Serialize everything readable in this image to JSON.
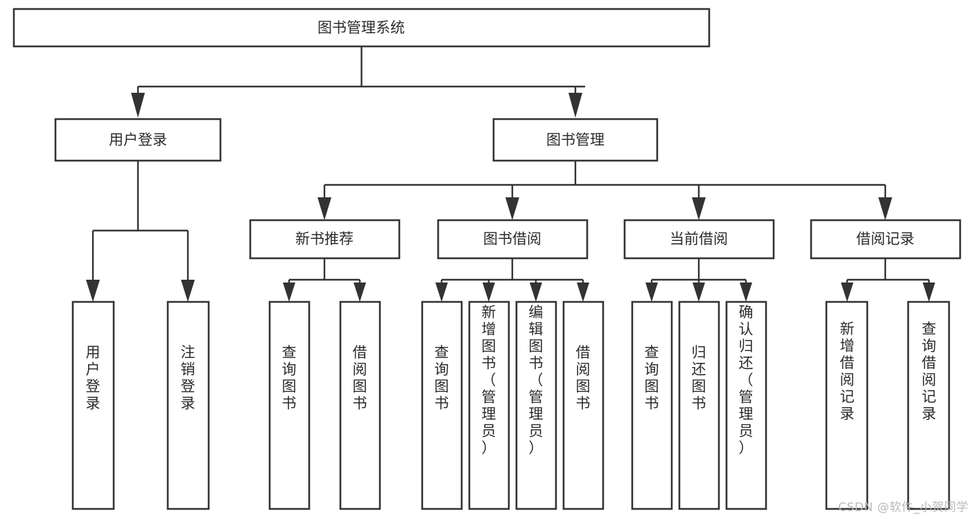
{
  "diagram": {
    "title": "图书管理系统",
    "type": "hierarchy-tree",
    "root": {
      "id": "root",
      "label": "图书管理系统",
      "orientation": "horizontal"
    },
    "level2": [
      {
        "id": "user-login",
        "label": "用户登录",
        "orientation": "horizontal"
      },
      {
        "id": "book-management",
        "label": "图书管理",
        "orientation": "horizontal"
      }
    ],
    "level3": [
      {
        "id": "new-book-recommend",
        "label": "新书推荐",
        "orientation": "horizontal",
        "parent": "book-management"
      },
      {
        "id": "book-borrow",
        "label": "图书借阅",
        "orientation": "horizontal",
        "parent": "book-management"
      },
      {
        "id": "current-borrow",
        "label": "当前借阅",
        "orientation": "horizontal",
        "parent": "book-management"
      },
      {
        "id": "borrow-record",
        "label": "借阅记录",
        "orientation": "horizontal",
        "parent": "book-management"
      }
    ],
    "leaves": [
      {
        "id": "leaf-user-login",
        "label": "用户登录",
        "orientation": "vertical",
        "parent": "user-login"
      },
      {
        "id": "leaf-logout",
        "label": "注销登录",
        "orientation": "vertical",
        "parent": "user-login"
      },
      {
        "id": "leaf-query-book-1",
        "label": "查询图书",
        "orientation": "vertical",
        "parent": "new-book-recommend"
      },
      {
        "id": "leaf-borrow-book-1",
        "label": "借阅图书",
        "orientation": "vertical",
        "parent": "new-book-recommend"
      },
      {
        "id": "leaf-query-book-2",
        "label": "查询图书",
        "orientation": "vertical",
        "parent": "book-borrow"
      },
      {
        "id": "leaf-add-book",
        "label": "新增图书（管理员）",
        "orientation": "vertical",
        "parent": "book-borrow"
      },
      {
        "id": "leaf-edit-book",
        "label": "编辑图书（管理员）",
        "orientation": "vertical",
        "parent": "book-borrow"
      },
      {
        "id": "leaf-borrow-book-2",
        "label": "借阅图书",
        "orientation": "vertical",
        "parent": "book-borrow"
      },
      {
        "id": "leaf-query-book-3",
        "label": "查询图书",
        "orientation": "vertical",
        "parent": "current-borrow"
      },
      {
        "id": "leaf-return-book",
        "label": "归还图书",
        "orientation": "vertical",
        "parent": "current-borrow"
      },
      {
        "id": "leaf-confirm-return",
        "label": "确认归还（管理员）",
        "orientation": "vertical",
        "parent": "current-borrow"
      },
      {
        "id": "leaf-add-record",
        "label": "新增借阅记录",
        "orientation": "vertical",
        "parent": "borrow-record"
      },
      {
        "id": "leaf-query-record",
        "label": "查询借阅记录",
        "orientation": "vertical",
        "parent": "borrow-record"
      }
    ]
  },
  "watermark": {
    "text": "CSDN @软件_小贺同学"
  },
  "colors": {
    "box_stroke": "#333333",
    "box_fill": "#ffffff",
    "text": "#2b2b2b",
    "background": "#ffffff",
    "watermark": "#b9b9b9"
  }
}
